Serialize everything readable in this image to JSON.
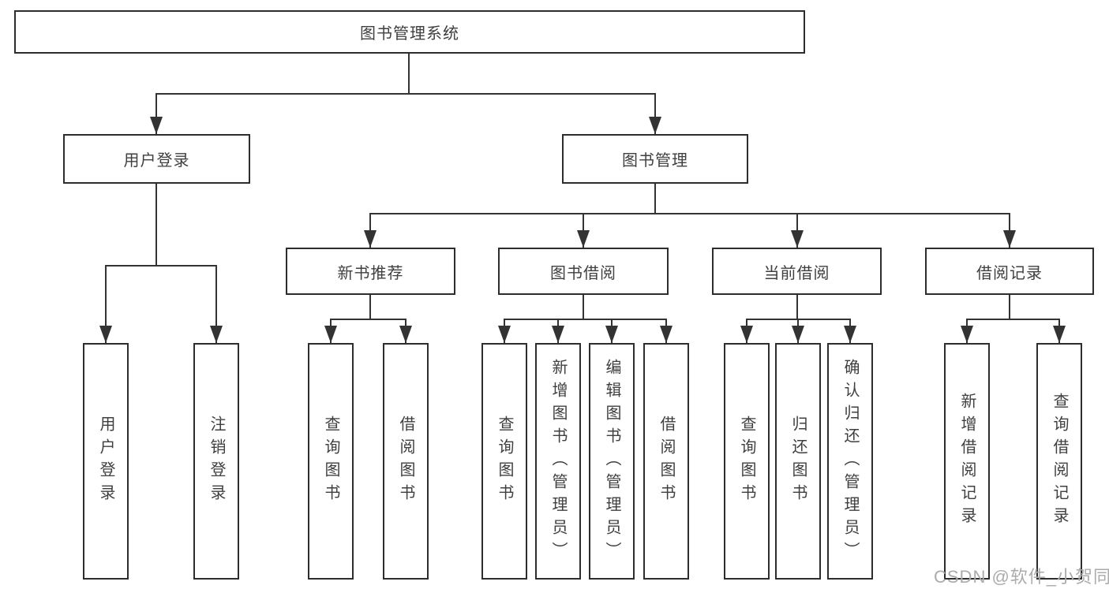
{
  "colors": {
    "line": "#333333",
    "border": "#2d2d2d",
    "text": "#3f3f3f",
    "watermark": "#ababab",
    "background": "#ffffff"
  },
  "watermark": {
    "text": "CSDN @软件_小贺同学"
  },
  "diagram": {
    "root": {
      "label": "图书管理系统"
    },
    "branches": [
      {
        "label": "用户登录",
        "children": [
          {
            "label": "用户登录"
          },
          {
            "label": "注销登录"
          }
        ]
      },
      {
        "label": "图书管理",
        "groups": [
          {
            "label": "新书推荐",
            "children": [
              {
                "label": "查询图书"
              },
              {
                "label": "借阅图书"
              }
            ]
          },
          {
            "label": "图书借阅",
            "children": [
              {
                "label": "查询图书"
              },
              {
                "label": "新增图书（管理员）"
              },
              {
                "label": "编辑图书（管理员）"
              },
              {
                "label": "借阅图书"
              }
            ]
          },
          {
            "label": "当前借阅",
            "children": [
              {
                "label": "查询图书"
              },
              {
                "label": "归还图书"
              },
              {
                "label": "确认归还（管理员）"
              }
            ]
          },
          {
            "label": "借阅记录",
            "children": [
              {
                "label": "新增借阅记录"
              },
              {
                "label": "查询借阅记录"
              }
            ]
          }
        ]
      }
    ]
  }
}
